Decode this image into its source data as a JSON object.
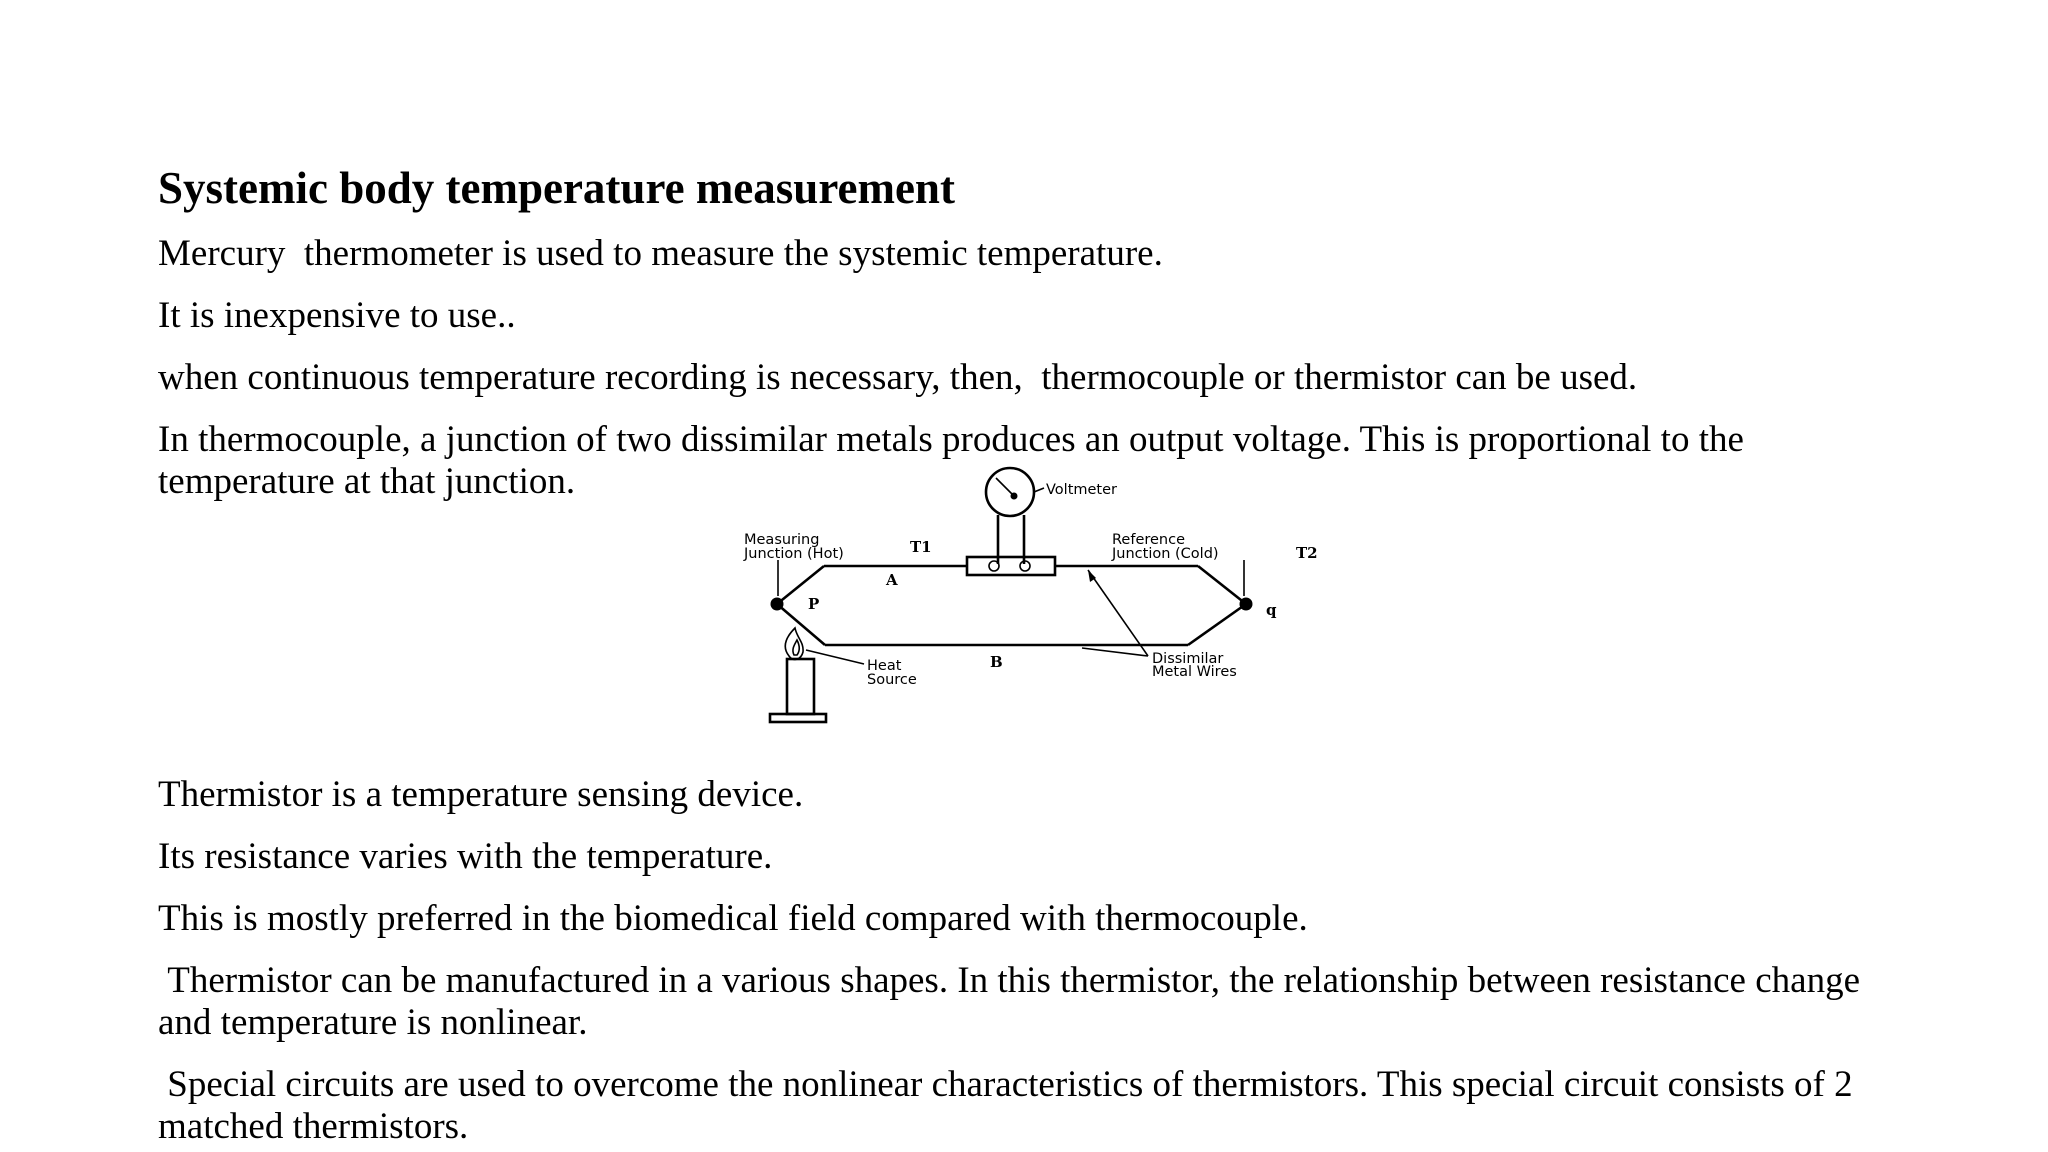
{
  "title": "Systemic body temperature measurement",
  "paragraphs_top": [
    "Mercury  thermometer is used to measure the systemic temperature.",
    "It is inexpensive to use..",
    "when continuous temperature recording is necessary, then,  thermocouple or thermistor can be used.",
    "In thermocouple, a junction of two dissimilar metals produces an output voltage. This is proportional to the temperature at that junction."
  ],
  "diagram": {
    "voltmeter": "Voltmeter",
    "measuring_junction_line1": "Measuring",
    "measuring_junction_line2": "Junction  (Hot)",
    "t1": "T1",
    "reference_junction_line1": "Reference",
    "reference_junction_line2": "Junction  (Cold)",
    "t2": "T2",
    "wire_a": "A",
    "junction_p": "P",
    "junction_q": "q",
    "wire_b": "B",
    "heat_source_line1": "Heat",
    "heat_source_line2": "Source",
    "dissimilar_line1": "Dissimilar",
    "dissimilar_line2": "Metal  Wires"
  },
  "paragraphs_bottom": [
    "Thermistor is a temperature sensing device.",
    "Its resistance varies with the temperature.",
    "This is mostly preferred in the biomedical field compared with thermocouple.",
    " Thermistor can be manufactured in a various shapes. In this thermistor, the relationship between resistance change and temperature is nonlinear.",
    " Special circuits are used to overcome the nonlinear characteristics of thermistors. This special circuit consists of 2 matched thermistors."
  ]
}
